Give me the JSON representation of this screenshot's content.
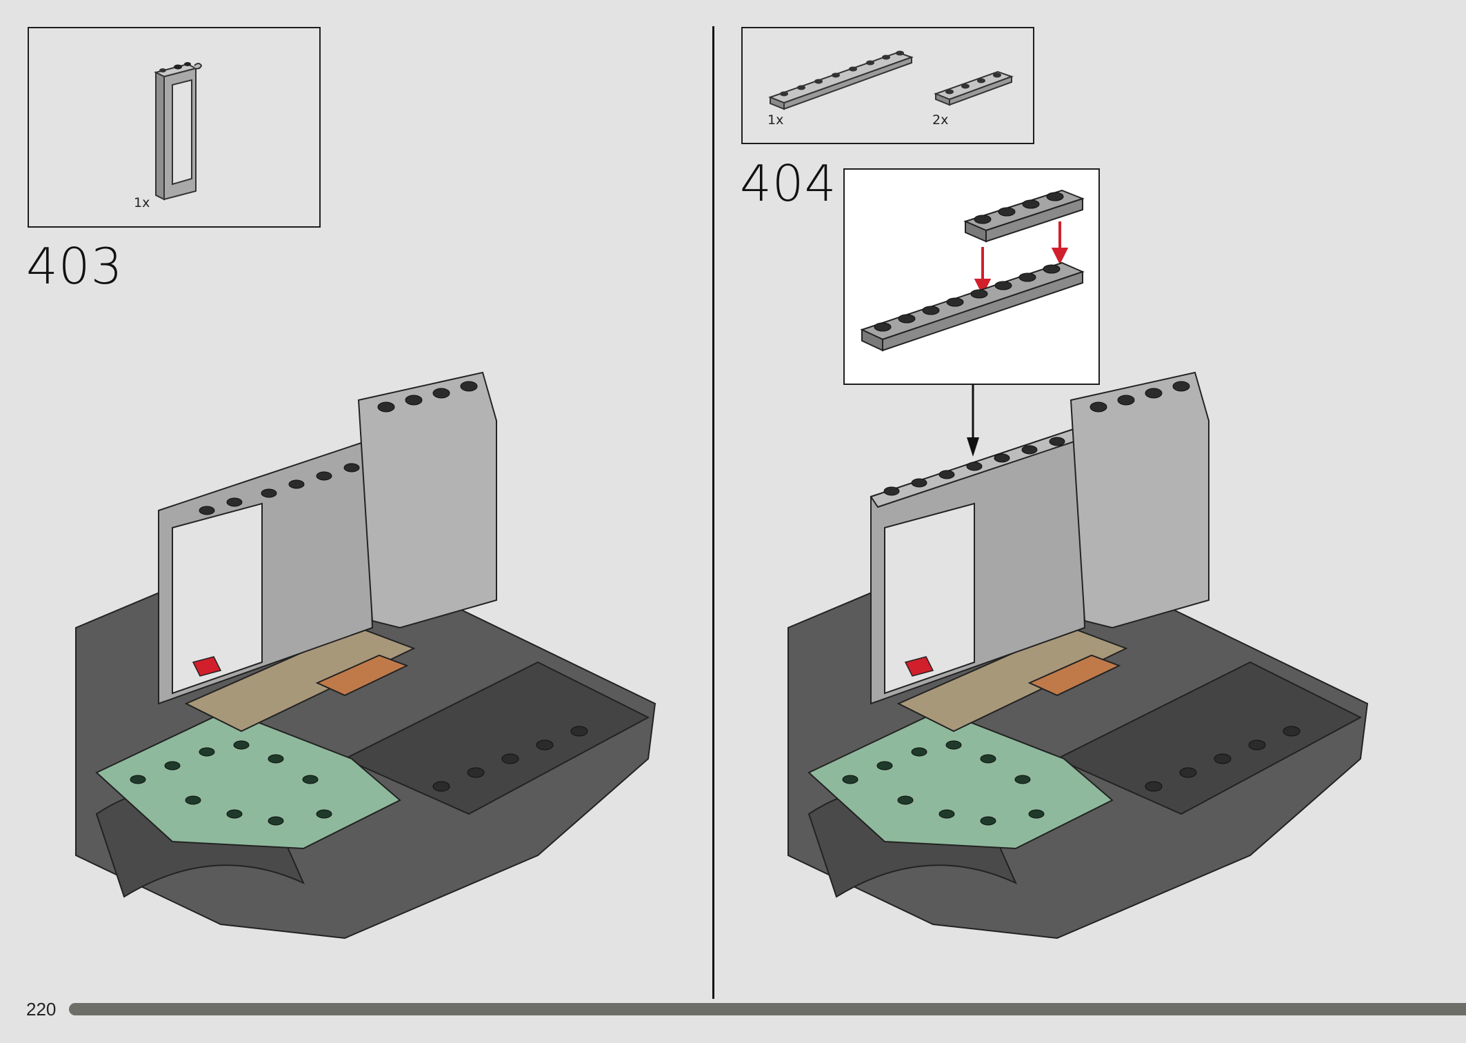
{
  "left_step": {
    "parts": [
      {
        "quantity": "1x",
        "icon": "door-frame-icon"
      }
    ],
    "step_number": "403"
  },
  "right_step": {
    "parts": [
      {
        "quantity": "1x",
        "icon": "plate-1x6-icon"
      },
      {
        "quantity": "2x",
        "icon": "plate-1x4-icon"
      }
    ],
    "step_number": "404"
  },
  "footer": {
    "page_number": "220"
  },
  "colors": {
    "background": "#e3e3e3",
    "light_gray": "#a7a7a7",
    "dark_gray": "#5b5b5b",
    "sand_green": "#8fb99c",
    "tan": "#a8987a",
    "orange": "#c07a4a",
    "red_arrow": "#d21f2c",
    "progress_bar": "#6e6e69"
  }
}
